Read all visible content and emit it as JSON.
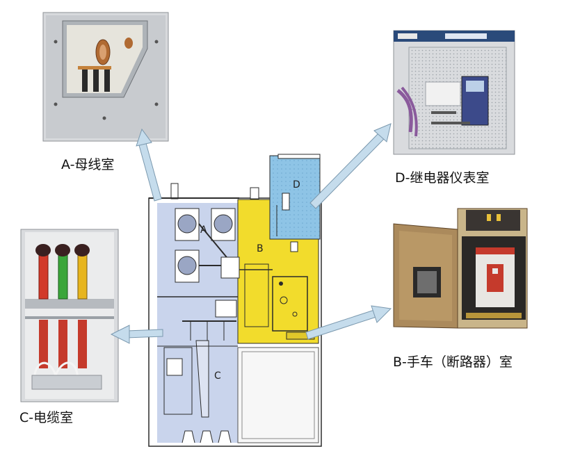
{
  "labels": {
    "a": "A-母线室",
    "d": "D-继电器仪表室",
    "b": "B-手车（断路器）室",
    "c": "C-电缆室"
  },
  "cabinet_marks": {
    "a": "A",
    "b": "B",
    "c": "C",
    "d": "D"
  },
  "colors": {
    "busbar_room": "#c9d4ec",
    "breaker_room": "#f2dc2c",
    "relay_room": "#8ec4e6",
    "cable_room": "#c9d4ec",
    "arrow": "#c5dcec",
    "phase_red": "#d23a2a",
    "phase_green": "#3aa63a",
    "phase_yellow": "#e7b51e"
  }
}
